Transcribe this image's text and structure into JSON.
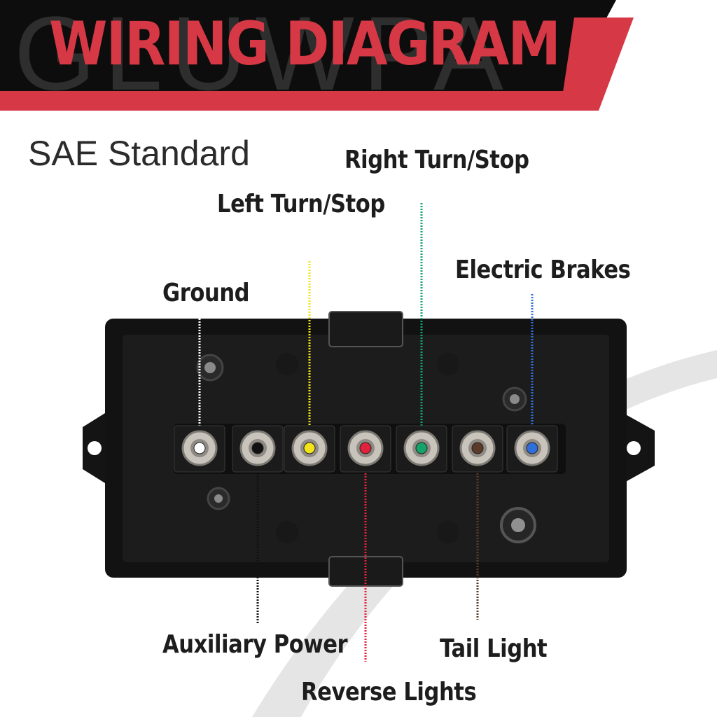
{
  "header": {
    "title": "WIRING DIAGRAM",
    "watermark": "GLUWPA",
    "colors": {
      "accent": "#d73845",
      "banner": "#0d0d0d"
    }
  },
  "subtitle": "SAE Standard",
  "terminals": [
    {
      "label": "Ground",
      "wire_color": "#ffffff"
    },
    {
      "label": "Auxiliary Power",
      "wire_color": "#111111"
    },
    {
      "label": "Left Turn/Stop",
      "wire_color": "#f2e31b"
    },
    {
      "label": "Reverse Lights",
      "wire_color": "#e0233a"
    },
    {
      "label": "Right Turn/Stop",
      "wire_color": "#14a36b"
    },
    {
      "label": "Tail Light",
      "wire_color": "#5a3b2a"
    },
    {
      "label": "Electric Brakes",
      "wire_color": "#2f6fdb"
    }
  ]
}
